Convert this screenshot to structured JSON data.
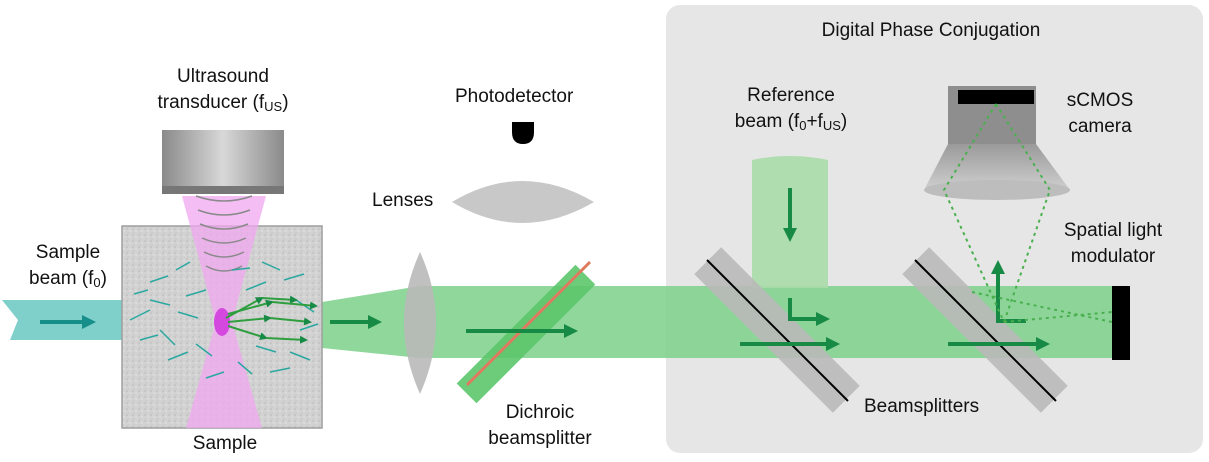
{
  "labels": {
    "ultrasound_transducer_line1": "Ultrasound",
    "ultrasound_transducer_line2": "transducer (f",
    "ultrasound_transducer_sub": "US",
    "ultrasound_transducer_close": ")",
    "sample_beam_line1": "Sample",
    "sample_beam_line2": "beam (f",
    "sample_beam_sub": "0",
    "sample_beam_close": ")",
    "sample": "Sample",
    "photodetector": "Photodetector",
    "lenses": "Lenses",
    "dichroic_line1": "Dichroic",
    "dichroic_line2": "beamsplitter",
    "dpc_title": "Digital Phase Conjugation",
    "reference_line1": "Reference",
    "reference_line2": "beam (f",
    "reference_sub0": "0",
    "reference_plus": "+f",
    "reference_sub_us": "US",
    "reference_close": ")",
    "camera_line1": "sCMOS",
    "camera_line2": "camera",
    "slm_line1": "Spatial light",
    "slm_line2": "modulator",
    "beamsplitters": "Beamsplitters"
  },
  "colors": {
    "sample_beam": "#7fcfcb",
    "green_beam": "#7dd08a",
    "arrow_green": "#178a45",
    "ultrasound_pink": "#f0a8f0",
    "dpc_box": "#e6e6e6",
    "optic_gray": "#c8c8c8",
    "dichroic_edge": "#e07a5f"
  },
  "icons": [
    "ultrasound-transducer-icon",
    "photodetector-icon",
    "lens-icon",
    "beamsplitter-icon",
    "camera-icon",
    "slm-icon"
  ]
}
